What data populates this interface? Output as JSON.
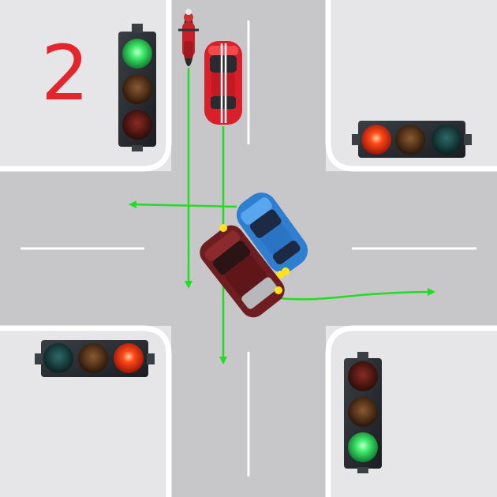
{
  "scenario": {
    "number": "2"
  },
  "traffic_lights": [
    {
      "id": "north-west",
      "orientation": "vertical",
      "lit": "green"
    },
    {
      "id": "north-east",
      "orientation": "horizontal",
      "lit": "red"
    },
    {
      "id": "south-west",
      "orientation": "horizontal",
      "lit": "red"
    },
    {
      "id": "south-east",
      "orientation": "vertical",
      "lit": "green"
    }
  ],
  "vehicles": [
    {
      "id": "motorcycle",
      "color": "#c8202a",
      "path": "straight-south"
    },
    {
      "id": "red-sports-car",
      "color": "#d81f2a",
      "path": "straight-south"
    },
    {
      "id": "blue-car",
      "color": "#2f7fd1",
      "path": "left-turn-west"
    },
    {
      "id": "dark-red-suv",
      "color": "#6e1d20",
      "path": "left-turn-east"
    }
  ],
  "colors": {
    "road": "#c7c7c9",
    "sidewalk": "#e6e6e8",
    "lane_marking": "#ffffff",
    "path_arrow": "#22dd22",
    "signal_red": "#ff3a1a",
    "signal_green": "#2ee66a",
    "indicator": "#ffe21a"
  }
}
